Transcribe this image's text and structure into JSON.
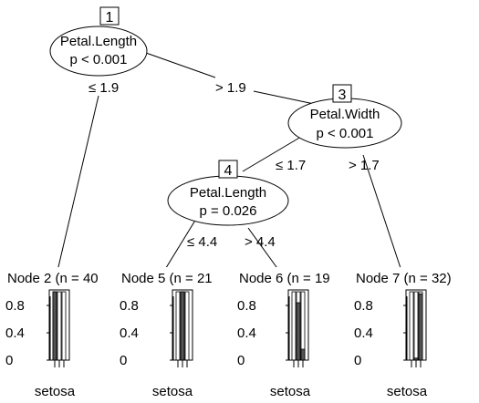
{
  "tree": {
    "nodes": {
      "n1": {
        "id": "1",
        "variable": "Petal.Length",
        "pvalue": "p < 0.001"
      },
      "n3": {
        "id": "3",
        "variable": "Petal.Width",
        "pvalue": "p < 0.001"
      },
      "n4": {
        "id": "4",
        "variable": "Petal.Length",
        "pvalue": "p = 0.026"
      }
    },
    "edges": {
      "n1_left": "≤ 1.9",
      "n1_right": "> 1.9",
      "n3_left": "≤ 1.7",
      "n3_right": "> 1.7",
      "n4_left": "≤ 4.4",
      "n4_right": "> 4.4"
    },
    "leaves": [
      {
        "id": "2",
        "title": "Node 2 (n = 40",
        "proportions": [
          1.0,
          0.0,
          0.0
        ],
        "class_label": "setosa"
      },
      {
        "id": "5",
        "title": "Node 5 (n = 21",
        "proportions": [
          0.0,
          1.0,
          0.0
        ],
        "class_label": "setosa"
      },
      {
        "id": "6",
        "title": "Node 6 (n = 19",
        "proportions": [
          0.0,
          0.84,
          0.16
        ],
        "class_label": "setosa"
      },
      {
        "id": "7",
        "title": "Node 7 (n = 32)",
        "proportions": [
          0.0,
          0.03,
          0.97
        ],
        "class_label": "setosa"
      }
    ],
    "y_ticks": [
      "0.8",
      "0.4",
      "0"
    ]
  }
}
